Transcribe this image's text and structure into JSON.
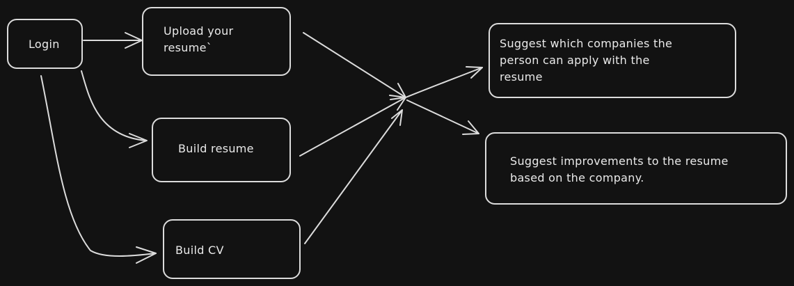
{
  "diagram": {
    "colors": {
      "background": "#121212",
      "stroke": "#dcdcdc",
      "text": "#eaeaea"
    },
    "nodes": {
      "login": "Login",
      "upload_resume": "Upload your\nresume`",
      "build_resume": "Build resume",
      "build_cv": "Build CV",
      "suggest_companies": "Suggest which companies the\nperson can apply with the\nresume",
      "suggest_improvements": "Suggest improvements to the resume\nbased on the company."
    },
    "edges": [
      {
        "from": "Login",
        "to": "Upload your resume`"
      },
      {
        "from": "Login",
        "to": "Build resume"
      },
      {
        "from": "Login",
        "to": "Build CV"
      },
      {
        "from": "Upload your resume`",
        "to": "merge-point"
      },
      {
        "from": "Build resume",
        "to": "merge-point"
      },
      {
        "from": "Build CV",
        "to": "merge-point"
      },
      {
        "from": "merge-point",
        "to": "Suggest which companies the person can apply with the resume"
      },
      {
        "from": "merge-point",
        "to": "Suggest improvements to the resume based on the company."
      }
    ]
  }
}
